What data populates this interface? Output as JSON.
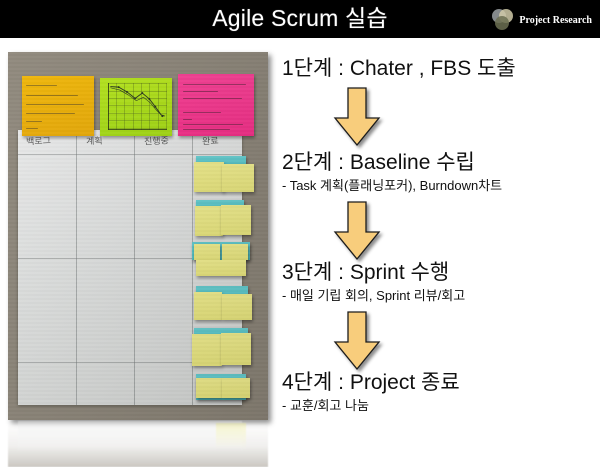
{
  "header": {
    "title": "Agile Scrum 실습",
    "brand_name": "Project Research",
    "logo_icon": "venn-circles-logo-icon",
    "background_color": "#000000",
    "text_color": "#ffffff"
  },
  "photo": {
    "name": "scrum-board-photo",
    "description": "Photo of a physical Scrum task board on a wall",
    "wall_color": "#8b8477",
    "paper_color": "#e4e6e5",
    "columns": [
      {
        "label": "백로그"
      },
      {
        "label": "계획"
      },
      {
        "label": "진행중"
      },
      {
        "label": "완료"
      }
    ],
    "notes": [
      {
        "name": "charter-note",
        "color": "#f0b400",
        "color_name": "orange"
      },
      {
        "name": "burndown-chart-note",
        "color": "#b4e516",
        "color_name": "green"
      },
      {
        "name": "definition-of-done-note",
        "color": "#fa3d95",
        "color_name": "pink"
      }
    ],
    "done_column_note_colors": [
      "#65cfd2",
      "#f2ef8e"
    ],
    "done_column_cluster_count": 6
  },
  "steps": [
    {
      "title": "1단계 : Chater , FBS 도출",
      "sub": "",
      "arrow_after": true
    },
    {
      "title": "2단계 : Baseline 수립",
      "sub": "- Task 계획(플래닝포커), Burndown차트",
      "arrow_after": true
    },
    {
      "title": "3단계 : Sprint 수행",
      "sub": "- 매일 기립 회의, Sprint 리뷰/회고",
      "arrow_after": true
    },
    {
      "title": "4단계 : Project 종료",
      "sub": "- 교훈/회고 나눔",
      "arrow_after": false
    }
  ],
  "arrow": {
    "icon": "arrow-down-icon",
    "fill_color": "#f8cd7c",
    "stroke_color": "#1a1a1a"
  }
}
